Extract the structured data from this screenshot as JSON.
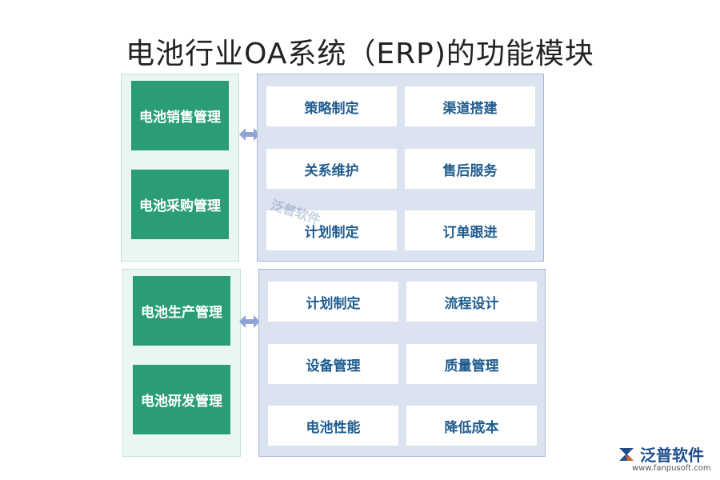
{
  "title": "电池行业OA系统（ERP)的功能模块",
  "groups": [
    {
      "modules": [
        "电池销售管理",
        "电池采购管理"
      ],
      "functions": [
        "策略制定",
        "渠道搭建",
        "关系维护",
        "售后服务",
        "计划制定",
        "订单跟进"
      ]
    },
    {
      "modules": [
        "电池生产管理",
        "电池研发管理"
      ],
      "functions": [
        "计划制定",
        "流程设计",
        "设备管理",
        "质量管理",
        "电池性能",
        "降低成本"
      ]
    }
  ],
  "watermark": "泛普软件",
  "logo": {
    "name": "泛普软件",
    "url": "www.fanpusoft.com",
    "icon": "fanpu-logo-icon"
  },
  "colors": {
    "module_bg": "#2a9d78",
    "panel_bg": "#dbe2f0",
    "function_text": "#1f5c8f",
    "arrow": "#8fa3d6"
  }
}
